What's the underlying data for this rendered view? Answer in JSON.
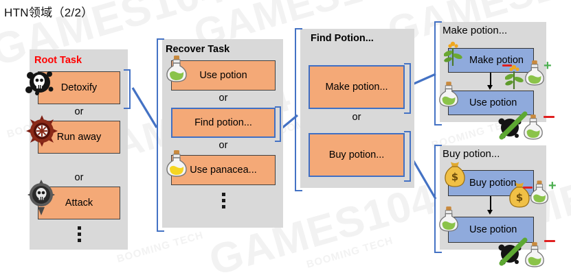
{
  "slide": {
    "title": "HTN领域（2/2）"
  },
  "colors": {
    "panel_bg": "#d9d9d9",
    "task_box": "#f4a977",
    "primitive_box": "#8faadc",
    "accent_blue": "#4472c4",
    "root_title": "#ff0000",
    "plus": "#4caf50",
    "minus": "#e02020"
  },
  "watermarks": [
    "GAMES104",
    "GAMES104",
    "GAMES104",
    "GAMES104",
    "GAMES104",
    "BOOMING TECH",
    "BOOMING TECH",
    "BOOMING TECH",
    "BOOMING TECH",
    "BOOMING TECH",
    "GAMES"
  ],
  "panels": [
    {
      "id": "root-task",
      "title": "Root Task",
      "title_color": "#ff0000",
      "title_bold": true,
      "items": [
        {
          "label": "Detoxify",
          "icon": "poison-skull-icon",
          "selected": true
        },
        {
          "label": "Run away",
          "icon": "red-spiked-ring-icon",
          "selected": false
        },
        {
          "label": "Attack",
          "icon": "dark-skull-amulet-icon",
          "selected": false
        }
      ],
      "separators": [
        "or",
        "or"
      ],
      "has_ellipsis": true
    },
    {
      "id": "recover-task",
      "title": "Recover Task",
      "title_color": "#000000",
      "title_bold": true,
      "items": [
        {
          "label": "Use potion",
          "icon": "green-potion-icon",
          "selected": false
        },
        {
          "label": "Find potion...",
          "icon": "",
          "selected": true
        },
        {
          "label": "Use panacea...",
          "icon": "yellow-potion-icon",
          "selected": false
        }
      ],
      "separators": [
        "or",
        "or"
      ],
      "has_ellipsis": true
    },
    {
      "id": "find-potion",
      "title": "Find Potion...",
      "title_color": "#000000",
      "title_bold": true,
      "items": [
        {
          "label": "Make potion...",
          "icon": "",
          "selected": true
        },
        {
          "label": "Buy potion...",
          "icon": "",
          "selected": true
        }
      ],
      "separators": [
        "or"
      ],
      "has_ellipsis": false
    },
    {
      "id": "make-potion-method",
      "title": "Make potion...",
      "title_color": "#000000",
      "title_bold": false,
      "steps": [
        {
          "label": "Make potion",
          "pre_icon": "herb-icon",
          "effects": [
            {
              "icon": "herb-icon",
              "sign": "-"
            },
            {
              "icon": "green-potion-icon",
              "sign": "+"
            }
          ]
        },
        {
          "label": "Use potion",
          "pre_icon": "green-potion-icon",
          "effects": [
            {
              "icon": "poison-splat-crossed-icon",
              "sign": ""
            },
            {
              "icon": "green-potion-icon",
              "sign": "-"
            }
          ]
        }
      ]
    },
    {
      "id": "buy-potion-method",
      "title": "Buy potion...",
      "title_color": "#000000",
      "title_bold": false,
      "steps": [
        {
          "label": "Buy potion",
          "pre_icon": "money-bag-icon",
          "effects": [
            {
              "icon": "money-bag-icon",
              "sign": "-"
            },
            {
              "icon": "green-potion-icon",
              "sign": "+"
            }
          ]
        },
        {
          "label": "Use potion",
          "pre_icon": "green-potion-icon",
          "effects": [
            {
              "icon": "poison-splat-crossed-icon",
              "sign": ""
            },
            {
              "icon": "green-potion-icon",
              "sign": "-"
            }
          ]
        }
      ]
    }
  ]
}
